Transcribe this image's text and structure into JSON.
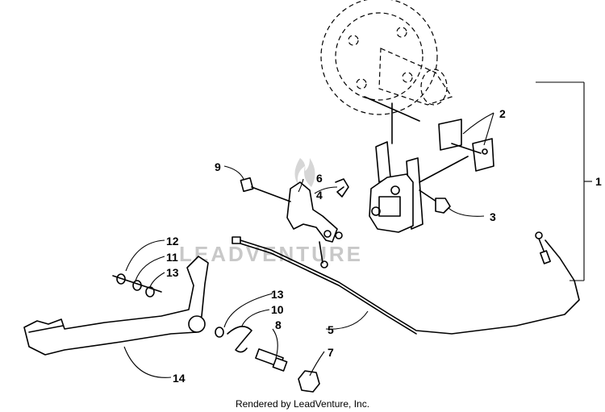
{
  "watermark": {
    "text": "LEADVENTURE"
  },
  "footer": {
    "text": "Rendered by LeadVenture, Inc."
  },
  "callouts": {
    "c1": "1",
    "c2": "2",
    "c3": "3",
    "c4": "4",
    "c5": "5",
    "c6": "6",
    "c7": "7",
    "c8": "8",
    "c9": "9",
    "c10": "10",
    "c11": "11",
    "c12": "12",
    "c13a": "13",
    "c13b": "13",
    "c14": "14"
  },
  "colors": {
    "line": "#000000",
    "background": "#ffffff",
    "watermark": "#c8c8c8"
  }
}
